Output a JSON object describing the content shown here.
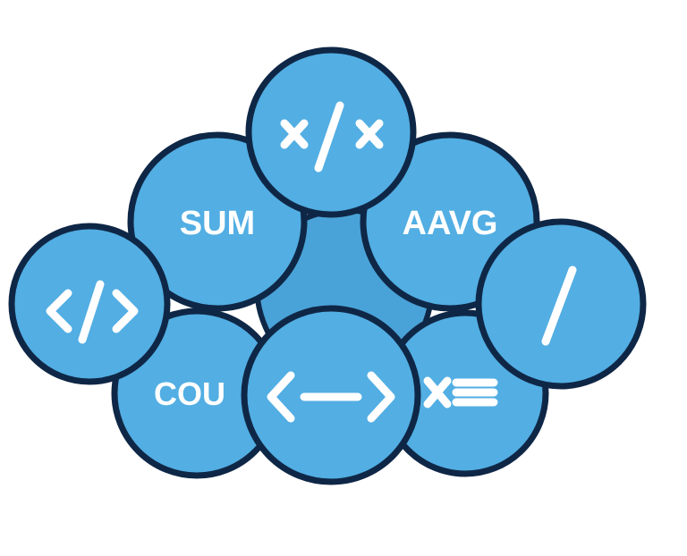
{
  "labels": {
    "sum": "SUM",
    "avg": "AAVG",
    "count": "COU"
  },
  "icons": {
    "top": "divide-x-icon",
    "left": "code-tag-icon",
    "right": "slash-icon",
    "bottom": "double-arrow-icon",
    "bottom_right": "multiply-list-icon"
  },
  "colors": {
    "fill": "#52aee3",
    "hub": "#4aa3d8",
    "outline": "#0f2746",
    "glyph": "#ffffff",
    "background": "#ffffff"
  }
}
